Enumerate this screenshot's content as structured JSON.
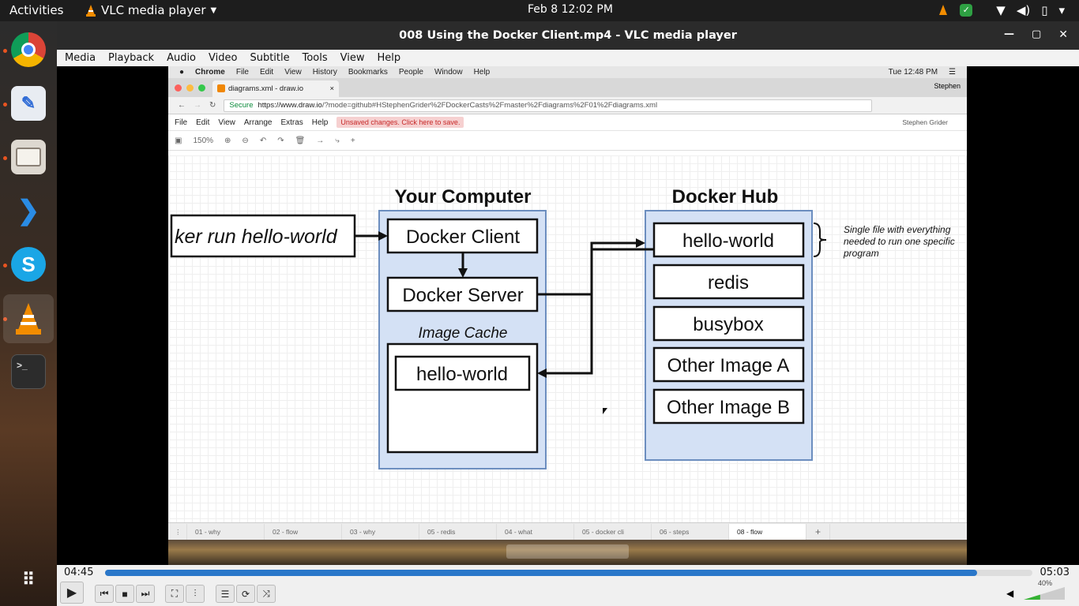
{
  "topbar": {
    "activities": "Activities",
    "app_name": "VLC media player",
    "clock": "Feb 8  12:02 PM"
  },
  "window": {
    "title": "008 Using the Docker Client.mp4 - VLC media player"
  },
  "menu": [
    "Media",
    "Playback",
    "Audio",
    "Video",
    "Subtitle",
    "Tools",
    "View",
    "Help"
  ],
  "video": {
    "mac_menu": {
      "app": "Chrome",
      "items": [
        "File",
        "Edit",
        "View",
        "History",
        "Bookmarks",
        "People",
        "Window",
        "Help"
      ],
      "time": "Tue 12:48 PM",
      "user": "Stephen"
    },
    "tab": {
      "title": "diagrams.xml - draw.io"
    },
    "url": {
      "secure": "Secure",
      "host": "https://www.draw.io",
      "path": "/?mode=github#HStephenGrider%2FDockerCasts%2Fmaster%2Fdiagrams%2F01%2Fdiagrams.xml"
    },
    "drawio_menu": [
      "File",
      "Edit",
      "View",
      "Arrange",
      "Extras",
      "Help"
    ],
    "unsaved": "Unsaved changes. Click here to save.",
    "account": "Stephen Grider",
    "zoom": "150%",
    "diagram": {
      "command": "ker run hello-world",
      "your_computer": "Your Computer",
      "docker_client": "Docker Client",
      "docker_server": "Docker Server",
      "image_cache": "Image Cache",
      "cache_item": "hello-world",
      "docker_hub": "Docker Hub",
      "hub_items": [
        "hello-world",
        "redis",
        "busybox",
        "Other Image A",
        "Other Image B"
      ],
      "note": "Single file with everything needed to run one specific program"
    },
    "pages": [
      "01 - why",
      "02 - flow",
      "03 - why",
      "05 - redis",
      "04 - what",
      "05 - docker cli",
      "06 - steps",
      "08 - flow"
    ]
  },
  "player": {
    "elapsed": "04:45",
    "total": "05:03",
    "progress": 0.94,
    "volume": "40%"
  }
}
